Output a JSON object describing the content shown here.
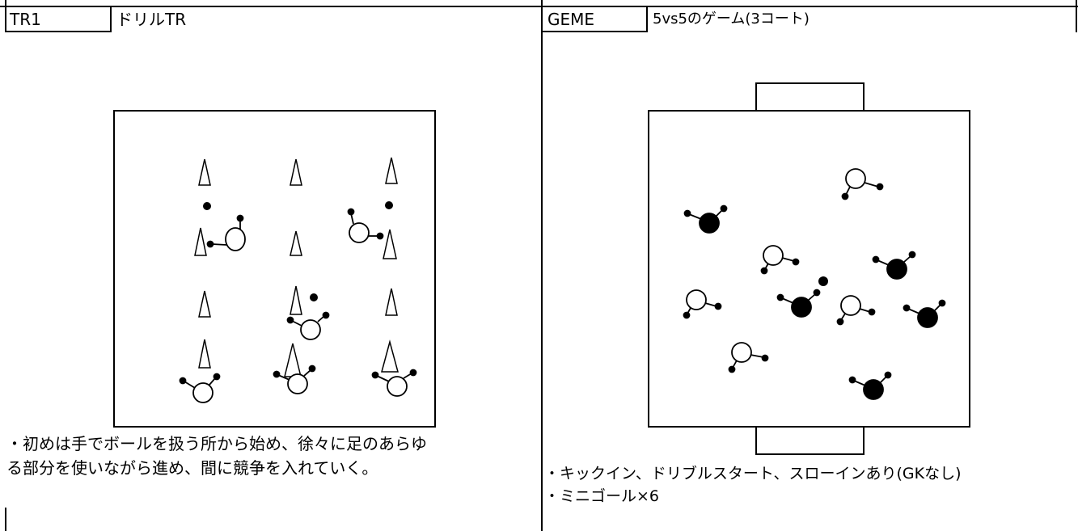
{
  "left_section": {
    "code": "TR1",
    "title": "ドリルTR",
    "notes": [
      "・初めは手でボールを扱う所から始め、徐々に足のあらゆ",
      "る部分を使いながら進め、間に競争を入れていく。"
    ]
  },
  "right_section": {
    "code": "GEME",
    "title": "5vs5のゲーム(3コート)",
    "notes": [
      "・キックイン、ドリブルスタート、スローインあり(GKなし)",
      "・ミニゴール×6"
    ]
  }
}
